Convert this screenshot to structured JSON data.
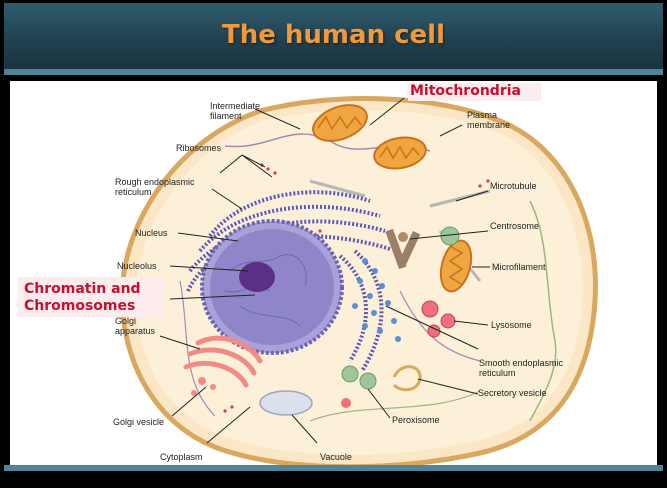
{
  "slide": {
    "title": "The human cell"
  },
  "labels": {
    "intermediate_filament": [
      "Intermediate",
      "filament"
    ],
    "ribosomes": [
      "Ribosomes"
    ],
    "rough_er": [
      "Rough endoplasmic",
      "reticulum"
    ],
    "nucleus": [
      "Nucleus"
    ],
    "nucleolus": [
      "Nucleolus"
    ],
    "golgi_apparatus": [
      "Golgi",
      "apparatus"
    ],
    "golgi_vesicle": [
      "Golgi vesicle"
    ],
    "cytoplasm": [
      "Cytoplasm"
    ],
    "vacuole": [
      "Vacuole"
    ],
    "peroxisome": [
      "Peroxisome"
    ],
    "secretory_vesicle": [
      "Secretory vesicle"
    ],
    "smooth_er": [
      "Smooth endoplasmic",
      "reticulum"
    ],
    "lysosome": [
      "Lysosome"
    ],
    "microfilament": [
      "Microfilament"
    ],
    "centrosome": [
      "Centrosome"
    ],
    "microtubule": [
      "Microtubule"
    ],
    "plasma_membrane": [
      "Plasma",
      "membrane"
    ]
  },
  "highlights": {
    "mitochondria": [
      "Mitochrondria"
    ],
    "chromatin": [
      "Chromatin and",
      "Chromosomes"
    ]
  },
  "colors": {
    "title": "#f0983c",
    "highlight_text": "#c8102e",
    "highlight_box": "#fdecee",
    "cytoplasm": "#fbe7c6",
    "membrane": "#d9a85e",
    "nucleus": "#8e86c8",
    "nucleolus": "#5a2f86",
    "mitochondria": "#f0a640",
    "golgi": "#f28b86",
    "lysosome": "#ef6f7e",
    "peroxisome": "#9fc69a",
    "vacuole": "#dbe1ec",
    "er": "#5b58b8"
  }
}
